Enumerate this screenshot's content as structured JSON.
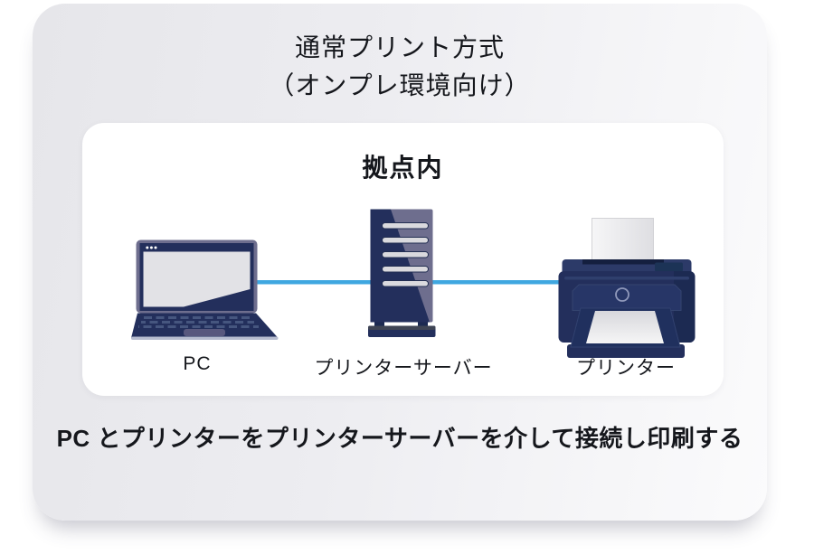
{
  "title": {
    "line1": "通常プリント方式",
    "line2": "（オンプレ環境向け）"
  },
  "diagram": {
    "zone_label": "拠点内",
    "nodes": [
      {
        "id": "pc",
        "label": "PC",
        "icon": "laptop-icon"
      },
      {
        "id": "printer_server",
        "label": "プリンターサーバー",
        "icon": "server-icon"
      },
      {
        "id": "printer",
        "label": "プリンター",
        "icon": "printer-icon"
      }
    ],
    "connections": [
      {
        "from": "pc",
        "to": "printer_server"
      },
      {
        "from": "printer_server",
        "to": "printer"
      }
    ]
  },
  "caption": "PC とプリンターをプリンターサーバーを介して接続し印刷する",
  "colors": {
    "device_navy": "#232f5c",
    "device_navy_dark": "#1c2a52",
    "device_purple_gray": "#6e6e8e",
    "screen_gray": "#e2e2e6",
    "slot_gray": "#dadade",
    "connection_blue": "#3fa7e0",
    "card_gray": "#e7e7eb",
    "panel_white": "#ffffff",
    "text_dark": "#15171c"
  }
}
